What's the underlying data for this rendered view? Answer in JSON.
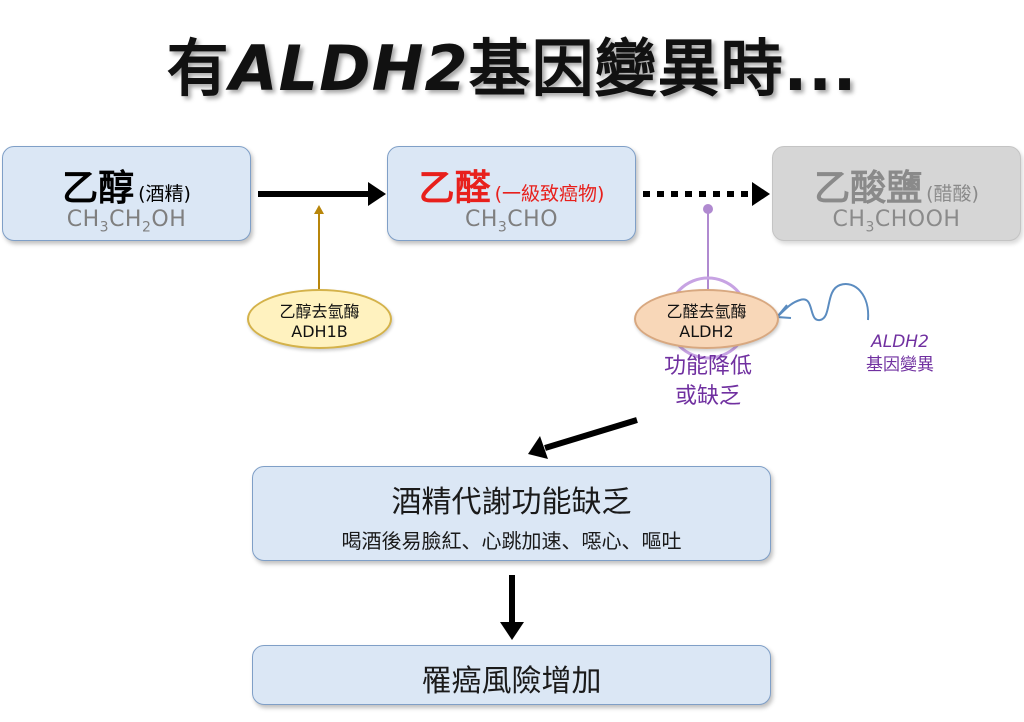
{
  "title": {
    "prefix": "有",
    "gene": "ALDH2",
    "suffix": "基因變異時..."
  },
  "ethanol": {
    "name": "乙醇",
    "note": "(酒精)",
    "formula": [
      "CH",
      "3",
      "CH",
      "2",
      "OH"
    ]
  },
  "acetaldehyde": {
    "name": "乙醛",
    "note": "(一級致癌物)",
    "formula": [
      "CH",
      "3",
      "CHO"
    ]
  },
  "acetate": {
    "name": "乙酸鹽",
    "note": "(醋酸)",
    "formula": [
      "CH",
      "3",
      "CHOOH"
    ]
  },
  "enzyme1": {
    "line1": "乙醇去氫酶",
    "line2": "ADH1B"
  },
  "enzyme2": {
    "line1": "乙醛去氫酶",
    "line2": "ALDH2"
  },
  "reduced": {
    "line1": "功能降低",
    "line2": "或缺乏"
  },
  "mutation": {
    "gene": "ALDH2",
    "label": "基因變異"
  },
  "result1": {
    "title": "酒精代謝功能缺乏",
    "subtitle": "喝酒後易臉紅、心跳加速、噁心、嘔吐"
  },
  "result2": {
    "title": "罹癌風險增加"
  },
  "colors": {
    "box_fill": "#dbe7f5",
    "acetaldehyde_red": "#e8201c",
    "purple": "#7030a0",
    "enzyme1_stroke": "#b8860b",
    "enzyme2_fill": "#f8d7b8"
  }
}
